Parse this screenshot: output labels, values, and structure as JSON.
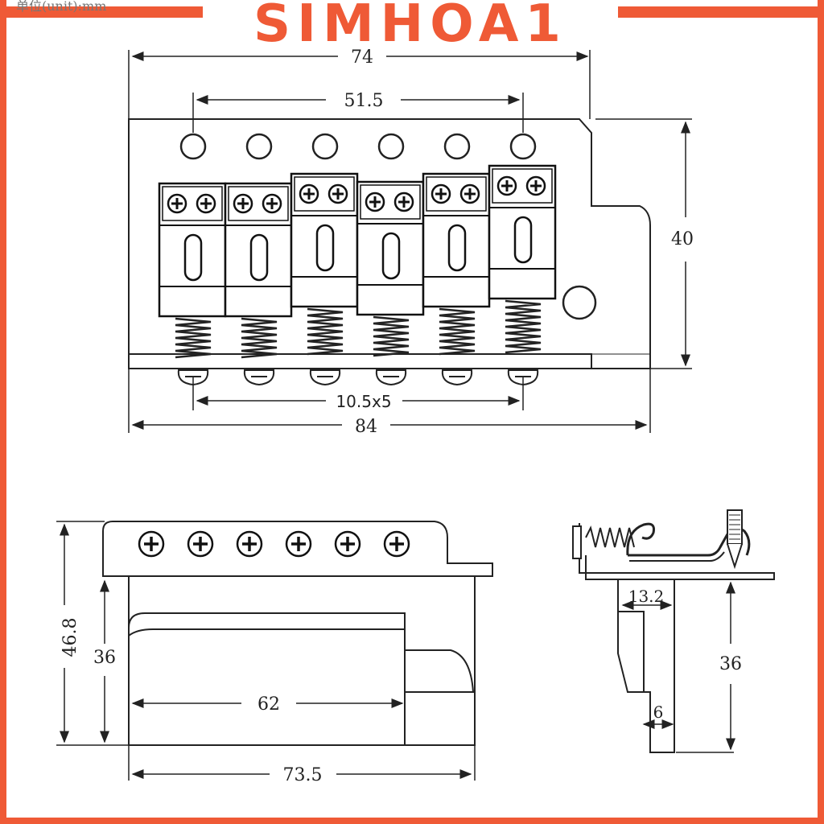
{
  "brand": {
    "text": "SIMHOA1",
    "color": "#ef5a36"
  },
  "unit_note": "单位(unit):mm",
  "top_view": {
    "dims": {
      "overall_width": "74",
      "hole_span": "51.5",
      "height": "40",
      "screw_span": "10.5x5",
      "base_width": "84"
    },
    "saddle_count": 6,
    "hole_count": 6
  },
  "front_view": {
    "dims": {
      "total_height": "46.8",
      "block_height": "36",
      "block_width": "62",
      "base_width": "73.5"
    },
    "screw_count": 6
  },
  "side_view": {
    "dims": {
      "block_depth": "13.2",
      "block_height": "36",
      "offset": "6"
    }
  }
}
